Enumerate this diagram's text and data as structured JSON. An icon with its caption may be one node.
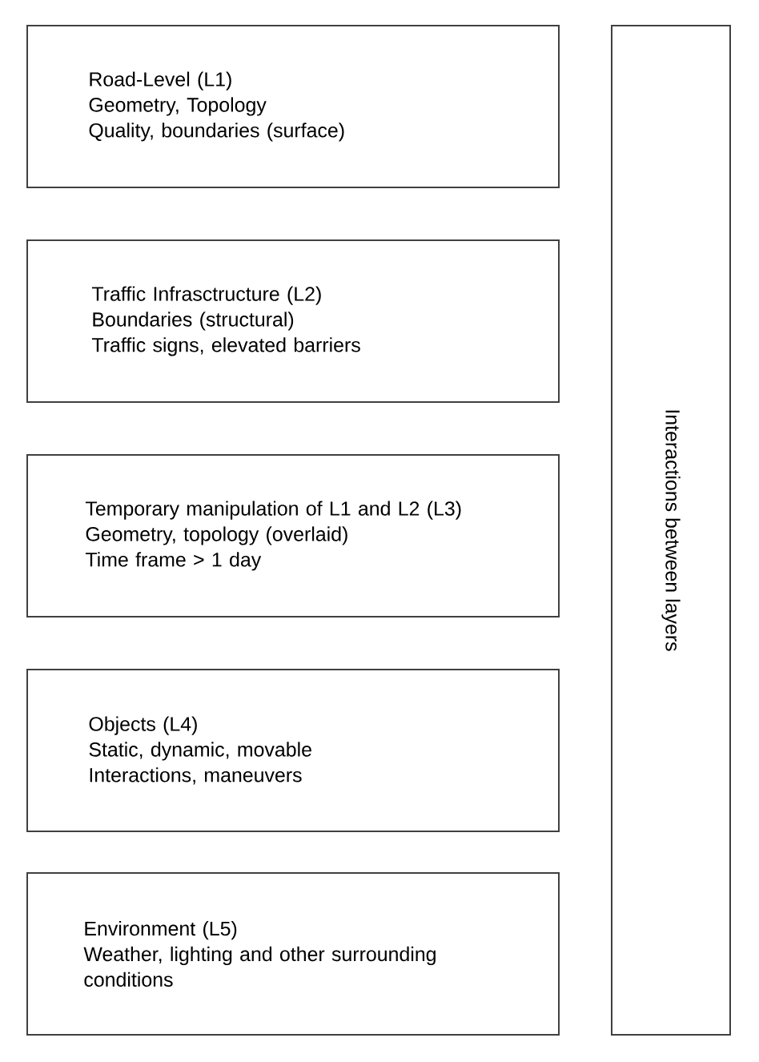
{
  "diagram": {
    "nodes": [
      {
        "text": [
          "Road-Level (L1)",
          "Geometry, Topology",
          "Quality, boundaries (surface)"
        ]
      },
      {
        "text": [
          "Traffic Infrasctructure (L2)",
          "Boundaries (structural)",
          "Traffic signs, elevated barriers"
        ]
      },
      {
        "text": [
          "Temporary manipulation of L1 and L2 (L3)",
          "Geometry, topology (overlaid)",
          "Time frame > 1 day"
        ]
      },
      {
        "text": [
          "Objects (L4)",
          "Static, dynamic, movable",
          "Interactions, maneuvers"
        ]
      },
      {
        "text": [
          "Environment (L5)",
          "Weather, lighting and other surrounding conditions"
        ]
      },
      {
        "text": [
          "Interactions between layers"
        ]
      }
    ]
  }
}
